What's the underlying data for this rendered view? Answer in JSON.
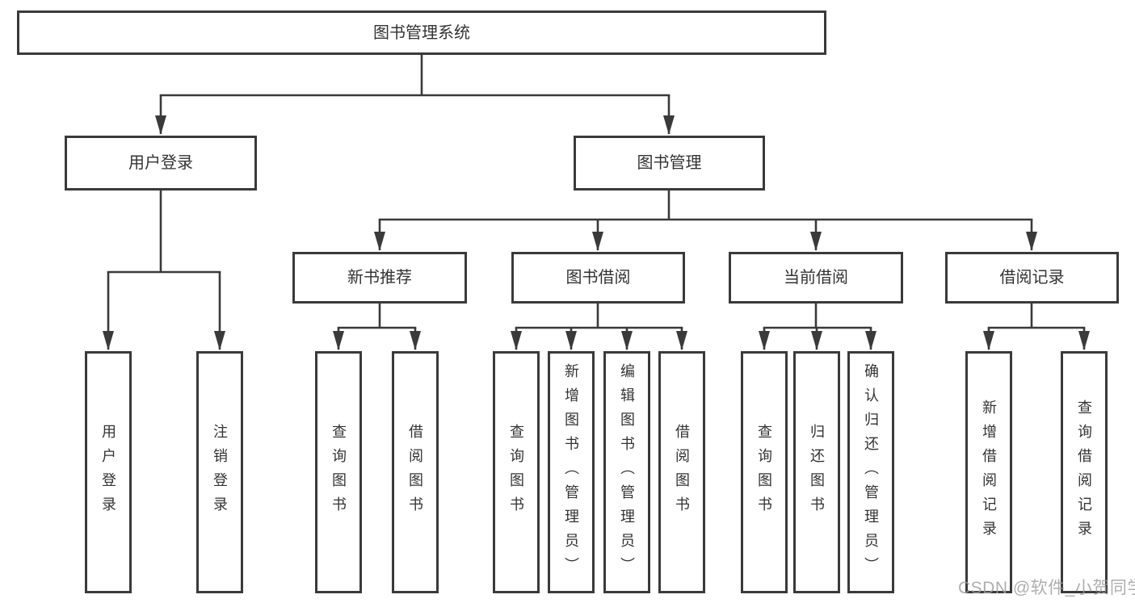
{
  "nodes": {
    "root": "图书管理系统",
    "user_login": "用户登录",
    "book_mgmt": "图书管理",
    "new_book_rec": "新书推荐",
    "book_borrow": "图书借阅",
    "current_borrow": "当前借阅",
    "borrow_record": "借阅记录",
    "leaf_user_login": "用户登录",
    "leaf_logout": "注销登录",
    "leaf_nbr_query_books": "查询图书",
    "leaf_nbr_borrow_books": "借阅图书",
    "leaf_bb_query_books": "查询图书",
    "leaf_bb_add_books": "新增图书（管理员）",
    "leaf_bb_edit_books": "编辑图书（管理员）",
    "leaf_bb_borrow_books": "借阅图书",
    "leaf_cb_query_books": "查询图书",
    "leaf_cb_return_books": "归还图书",
    "leaf_cb_confirm_return": "确认归还（管理员）",
    "leaf_br_add_record": "新增借阅记录",
    "leaf_br_query_record": "查询借阅记录"
  },
  "watermark": "CSDN @软件_小贺同学",
  "colors": {
    "line": "#3a3a3a",
    "text": "#333333",
    "watermark": "#9d9d9d",
    "background": "#ffffff"
  }
}
